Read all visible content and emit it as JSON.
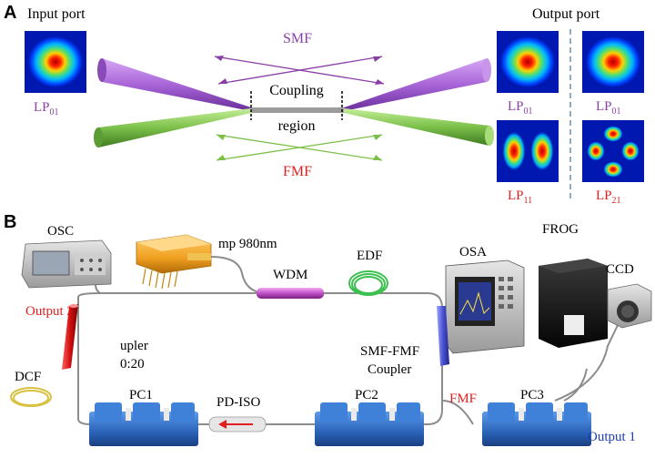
{
  "panel_a": {
    "letter": "A",
    "input_port": "Input port",
    "output_port": "Output port",
    "smf": "SMF",
    "fmf": "FMF",
    "coupling_region": [
      "Coupling",
      "region"
    ],
    "modes": {
      "input": {
        "base": "LP",
        "sub": "01"
      },
      "out_smf": {
        "base": "LP",
        "sub": "01"
      },
      "out_smf_right": {
        "base": "LP",
        "sub": "01"
      },
      "out_fmf": {
        "base": "LP",
        "sub": "11"
      },
      "out_fmf_right": {
        "base": "LP",
        "sub": "21"
      }
    }
  },
  "panel_b": {
    "letter": "B",
    "osc": "OSC",
    "pump": "mp 980nm",
    "wdm": "WDM",
    "edf": "EDF",
    "osa": "OSA",
    "frog": "FROG",
    "ccd": "CCD",
    "output2": "Output 2",
    "coupler": [
      "upler",
      "0:20"
    ],
    "dcf": "DCF",
    "smf_fmf_coupler": [
      "SMF-FMF",
      "Coupler"
    ],
    "pc1": "PC1",
    "pd_iso": "PD-ISO",
    "pc2": "PC2",
    "fmf": "FMF",
    "pc3": "PC3",
    "output1": "Output 1"
  },
  "colors": {
    "smf_label": "#8a3fa6",
    "fmf_label": "#e02020",
    "output_label": "#e02020",
    "output1_label": "#1a3fb0",
    "fiber_smf": "#b07ad6",
    "fiber_fmf": "#7cc04a",
    "pc_blue": "#2d6cc0",
    "pump_orange": "#f0a020"
  }
}
